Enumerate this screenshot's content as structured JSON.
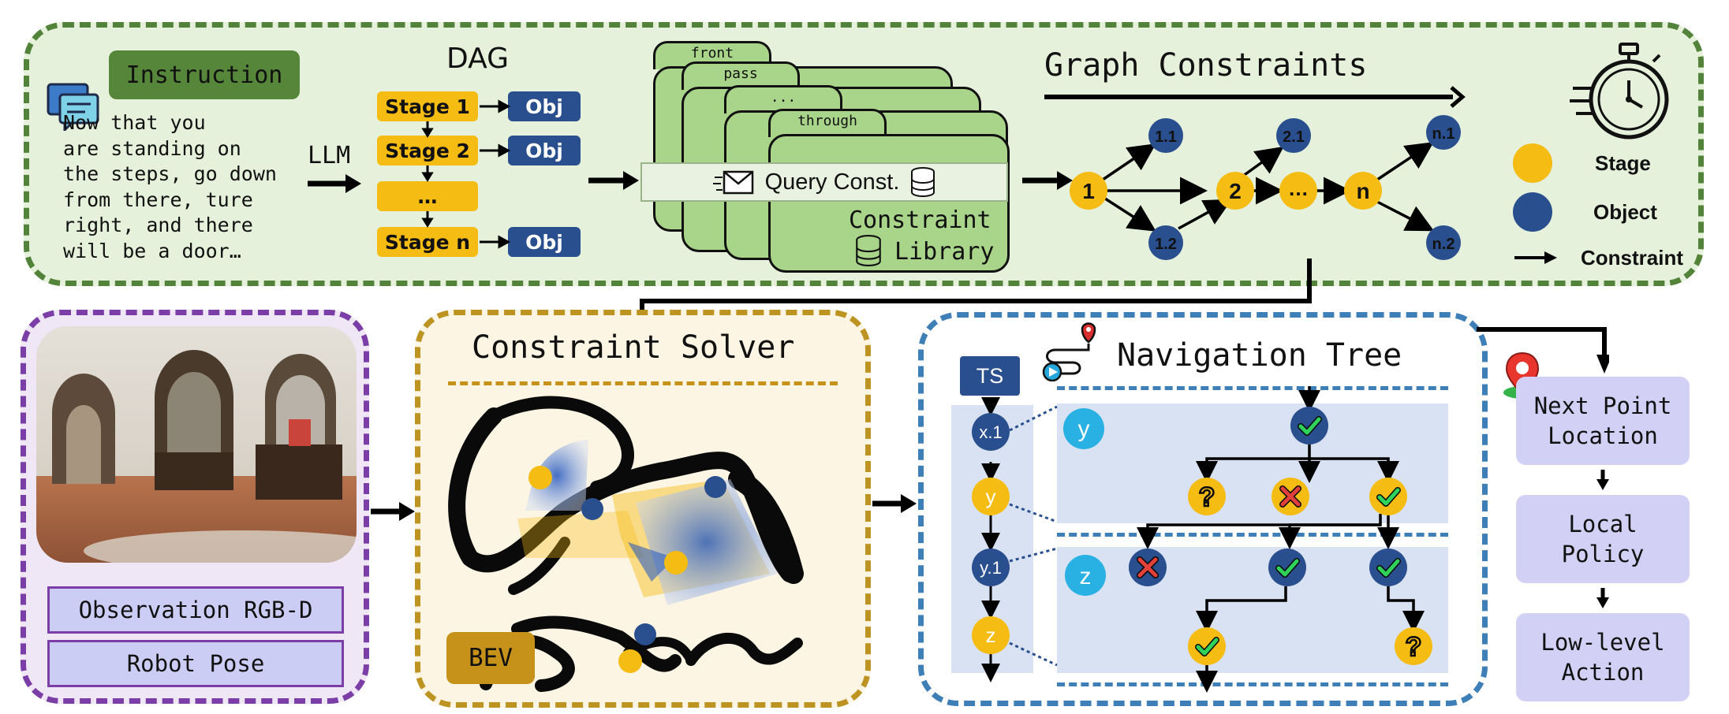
{
  "instruction": {
    "tag": "Instruction",
    "text": "Now that you\nare standing on\nthe steps, go down\nfrom there, ture\nright, and there\nwill be a door…"
  },
  "llm_label": "LLM",
  "dag": {
    "title": "DAG",
    "stages": [
      "Stage 1",
      "Stage 2",
      "…",
      "Stage n"
    ],
    "obj_label": "Obj"
  },
  "constraint_library": {
    "cards": [
      "front",
      "pass",
      "...",
      "through"
    ],
    "query": "Query Const.",
    "title_line1": "Constraint",
    "title_line2": "Library"
  },
  "graph": {
    "title": "Graph Constraints",
    "stage_nodes": [
      "1",
      "2",
      "…",
      "n"
    ],
    "object_nodes": [
      "1.1",
      "1.2",
      "2.1",
      "n.1",
      "n.2"
    ]
  },
  "legend": {
    "stage": "Stage",
    "object": "Object",
    "constraint": "Constraint"
  },
  "observation": {
    "rgbd": "Observation RGB-D",
    "pose": "Robot Pose"
  },
  "solver": {
    "title": "Constraint Solver",
    "bev": "BEV"
  },
  "nav_tree": {
    "title": "Navigation Tree",
    "ts": "TS",
    "seq_nodes": [
      "x.1",
      "y",
      "y.1",
      "z"
    ],
    "lane_y": "y",
    "lane_z": "z"
  },
  "right_steps": {
    "next_point": "Next Point\nLocation",
    "local_policy": "Local\nPolicy",
    "low_level": "Low-level\nAction"
  },
  "colors": {
    "stage": "#f5bc14",
    "object": "#2a4f8e",
    "green_panel": "#e6f1db",
    "green_border": "#53833a",
    "purple_border": "#7b3ea6",
    "gold_border": "#bd9322",
    "blue_border": "#3e7fb8",
    "lavender": "#d3d0f6"
  }
}
